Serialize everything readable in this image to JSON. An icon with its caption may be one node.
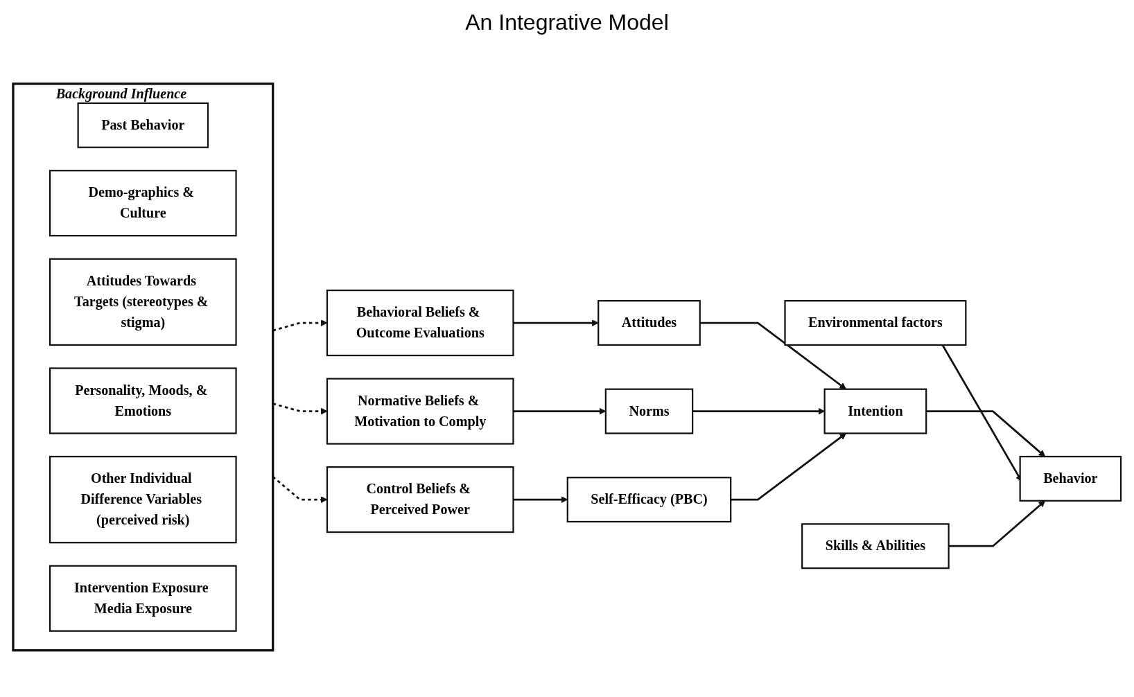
{
  "diagram": {
    "title": "An Integrative Model",
    "nodes": [
      {
        "text": [
          "Background Influence"
        ]
      },
      {
        "text": [
          "Past Behavior"
        ],
        "in": 0
      },
      {
        "text": [
          "Demo-graphics & Culture"
        ],
        "in": 0
      },
      {
        "text": [
          "Attitudes Towards Targets (stereotypes & stigma)"
        ],
        "in": 0
      },
      {
        "text": [
          "Personality, Moods, & Emotions"
        ],
        "in": 0
      },
      {
        "text": [
          "Other Individual Difference Variables (perceived risk)"
        ],
        "in": 0
      },
      {
        "text": [
          "Intervention Exposure Media Exposure"
        ],
        "in": 0
      },
      {
        "text": [
          "Behavioral Beliefs & Outcome Evaluations"
        ]
      },
      {
        "text": [
          "Attitudes"
        ]
      },
      {
        "text": [
          "Environmental factors"
        ]
      },
      {
        "text": [
          "Normative Beliefs & Motivation to Comply"
        ]
      },
      {
        "text": [
          "Norms"
        ]
      },
      {
        "text": [
          "Intention"
        ]
      },
      {
        "text": [
          "Behavior"
        ]
      },
      {
        "text": [
          "Control Beliefs & Perceived Power"
        ]
      },
      {
        "text": [
          "Self-Efficacy (PBC)"
        ]
      },
      {
        "text": [
          "Skills & Abilities"
        ]
      }
    ],
    "edges": [
      {
        "from": 0,
        "to": 7,
        "arrow": "to",
        "style": "dashed"
      },
      {
        "from": 0,
        "to": 10,
        "arrow": "to",
        "style": "dashed"
      },
      {
        "from": 0,
        "to": 14,
        "arrow": "to",
        "style": "dashed"
      },
      {
        "from": 7,
        "to": 8,
        "arrow": "to"
      },
      {
        "from": 10,
        "to": 11,
        "arrow": "to"
      },
      {
        "from": 14,
        "to": 15,
        "arrow": "to"
      },
      {
        "from": 8,
        "to": 12,
        "arrow": "to"
      },
      {
        "from": 11,
        "to": 12,
        "arrow": "to"
      },
      {
        "from": 15,
        "to": 12,
        "arrow": "to"
      },
      {
        "from": 12,
        "to": 13,
        "arrow": "to"
      },
      {
        "from": 9,
        "to": 13,
        "arrow": "to"
      },
      {
        "from": 16,
        "to": 13,
        "arrow": "to"
      }
    ]
  }
}
